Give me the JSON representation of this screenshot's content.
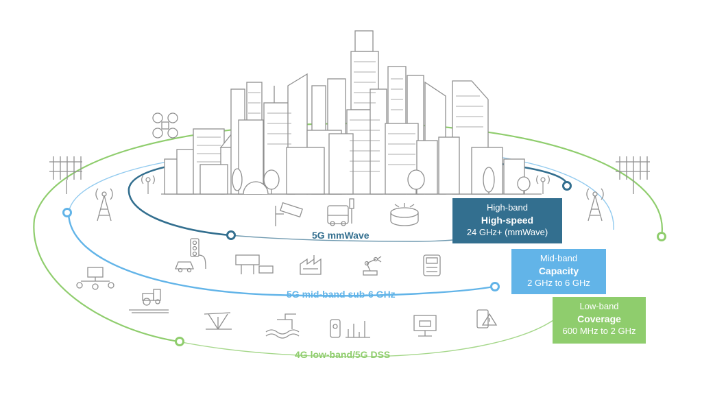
{
  "colors": {
    "high": "#336f8f",
    "mid": "#62b4e8",
    "low": "#8fcd6d",
    "line_art": "#8f8f8f"
  },
  "bands": {
    "mmwave_label": "5G mmWave",
    "mid_label": "5G mid-band sub-6 GHz",
    "low_label": "4G low-band/5G DSS"
  },
  "boxes": {
    "high": {
      "line1": "High-band",
      "line2": "High-speed",
      "line3": "24 GHz+ (mmWave)"
    },
    "mid": {
      "line1": "Mid-band",
      "line2": "Capacity",
      "line3": "2 GHz to 6 GHz"
    },
    "low": {
      "line1": "Low-band",
      "line2": "Coverage",
      "line3": "600 MHz to 2 GHz"
    }
  }
}
